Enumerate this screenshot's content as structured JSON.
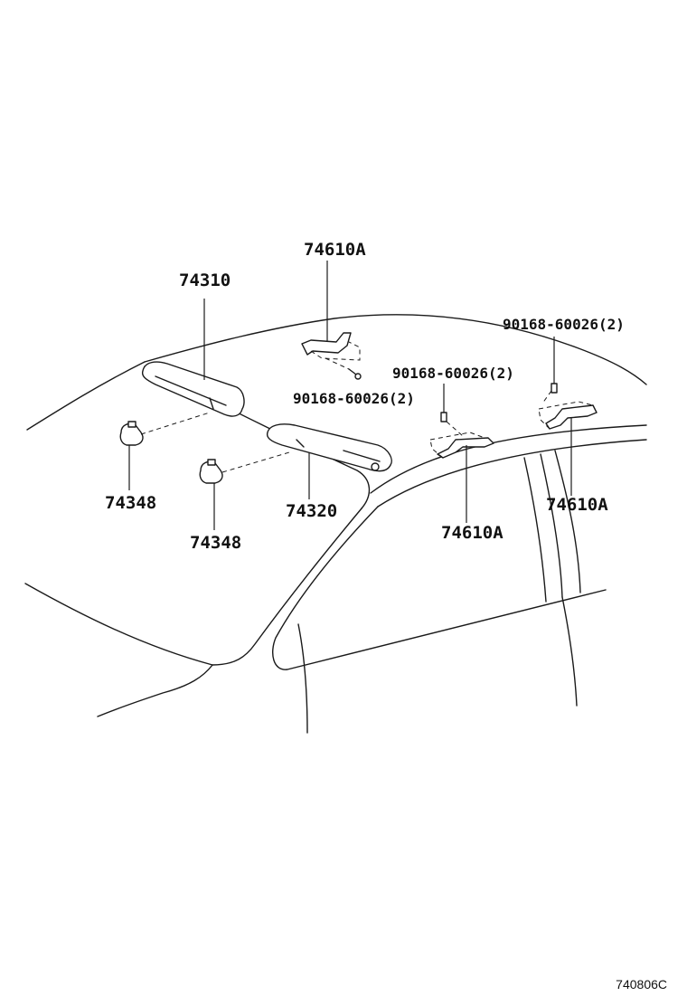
{
  "labels": {
    "sun_visor_rh": "74310",
    "sun_visor_lh": "74320",
    "visor_holder_1": "74348",
    "visor_holder_2": "74348",
    "assist_grip_front": "74610A",
    "assist_grip_middle": "74610A",
    "assist_grip_rear": "74610A",
    "screw_front": "90168-60026(2)",
    "screw_middle": "90168-60026(2)",
    "screw_rear": "90168-60026(2)"
  },
  "diagram_code": "740806C"
}
